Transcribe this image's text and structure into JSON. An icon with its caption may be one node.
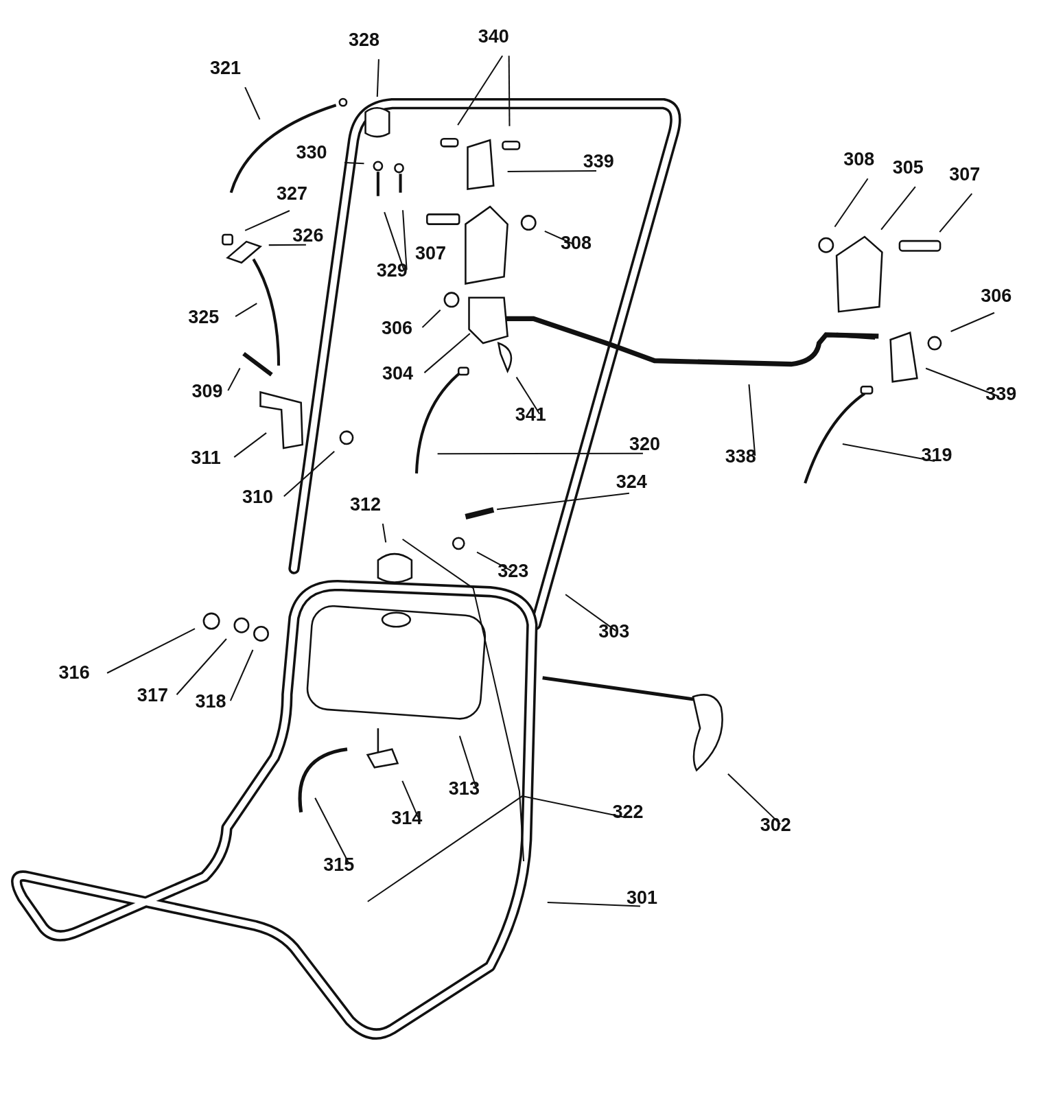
{
  "diagram": {
    "nodes": [
      {
        "text": [
          "340"
        ]
      },
      {
        "text": [
          "328"
        ]
      },
      {
        "text": [
          "321"
        ]
      },
      {
        "text": [
          "330"
        ]
      },
      {
        "text": [
          "339"
        ]
      },
      {
        "text": [
          "308"
        ]
      },
      {
        "text": [
          "305"
        ]
      },
      {
        "text": [
          "307"
        ]
      },
      {
        "text": [
          "327"
        ]
      },
      {
        "text": [
          "326"
        ]
      },
      {
        "text": [
          "308"
        ]
      },
      {
        "text": [
          "329"
        ]
      },
      {
        "text": [
          "306"
        ]
      },
      {
        "text": [
          "306"
        ]
      },
      {
        "text": [
          "325"
        ]
      },
      {
        "text": [
          "304"
        ]
      },
      {
        "text": [
          "309"
        ]
      },
      {
        "text": [
          "339"
        ]
      },
      {
        "text": [
          "341"
        ]
      },
      {
        "text": [
          "320"
        ]
      },
      {
        "text": [
          "319"
        ]
      },
      {
        "text": [
          "338"
        ]
      },
      {
        "text": [
          "311"
        ]
      },
      {
        "text": [
          "324"
        ]
      },
      {
        "text": [
          "310"
        ]
      },
      {
        "text": [
          "312"
        ]
      },
      {
        "text": [
          "323"
        ]
      },
      {
        "text": [
          "303"
        ]
      },
      {
        "text": [
          "316"
        ]
      },
      {
        "text": [
          "317"
        ]
      },
      {
        "text": [
          "318"
        ]
      },
      {
        "text": [
          "313"
        ]
      },
      {
        "text": [
          "322"
        ]
      },
      {
        "text": [
          "302"
        ]
      },
      {
        "text": [
          "314"
        ]
      },
      {
        "text": [
          "315"
        ]
      },
      {
        "text": [
          "301"
        ]
      }
    ],
    "edges": [
      {
        "from": 0,
        "to": null,
        "arrow": "none"
      },
      {
        "from": 0,
        "to": null,
        "arrow": "none"
      },
      {
        "from": 1,
        "to": null,
        "arrow": "none"
      },
      {
        "from": 2,
        "to": null,
        "arrow": "none"
      },
      {
        "from": 3,
        "to": null,
        "arrow": "none"
      },
      {
        "from": 4,
        "to": null,
        "arrow": "none"
      },
      {
        "from": 5,
        "to": null,
        "arrow": "none"
      },
      {
        "from": 6,
        "to": null,
        "arrow": "none"
      },
      {
        "from": 7,
        "to": null,
        "arrow": "none"
      },
      {
        "from": 8,
        "to": null,
        "arrow": "none"
      },
      {
        "from": 9,
        "to": null,
        "arrow": "none"
      },
      {
        "from": 10,
        "to": null,
        "arrow": "none"
      },
      {
        "from": 11,
        "to": null,
        "arrow": "none"
      },
      {
        "from": 11,
        "to": null,
        "arrow": "none"
      },
      {
        "from": 12,
        "to": null,
        "arrow": "none"
      },
      {
        "from": 13,
        "to": null,
        "arrow": "none"
      },
      {
        "from": 14,
        "to": null,
        "arrow": "none"
      },
      {
        "from": 15,
        "to": null,
        "arrow": "none"
      },
      {
        "from": 16,
        "to": null,
        "arrow": "none"
      },
      {
        "from": 17,
        "to": null,
        "arrow": "none"
      },
      {
        "from": 18,
        "to": null,
        "arrow": "none"
      },
      {
        "from": 19,
        "to": null,
        "arrow": "none"
      },
      {
        "from": 20,
        "to": null,
        "arrow": "none"
      },
      {
        "from": 21,
        "to": null,
        "arrow": "none"
      },
      {
        "from": 22,
        "to": null,
        "arrow": "none"
      },
      {
        "from": 23,
        "to": null,
        "arrow": "none"
      },
      {
        "from": 24,
        "to": null,
        "arrow": "none"
      },
      {
        "from": 25,
        "to": null,
        "arrow": "none"
      },
      {
        "from": 26,
        "to": null,
        "arrow": "none"
      },
      {
        "from": 27,
        "to": null,
        "arrow": "none"
      },
      {
        "from": 28,
        "to": null,
        "arrow": "none"
      },
      {
        "from": 29,
        "to": null,
        "arrow": "none"
      },
      {
        "from": 30,
        "to": null,
        "arrow": "none"
      },
      {
        "from": 31,
        "to": null,
        "arrow": "none"
      },
      {
        "from": 32,
        "to": null,
        "arrow": "none"
      },
      {
        "from": 33,
        "to": null,
        "arrow": "none"
      },
      {
        "from": 34,
        "to": null,
        "arrow": "none"
      },
      {
        "from": 35,
        "to": null,
        "arrow": "none"
      },
      {
        "from": 36,
        "to": null,
        "arrow": "none"
      }
    ],
    "labels": [
      "307"
    ]
  }
}
